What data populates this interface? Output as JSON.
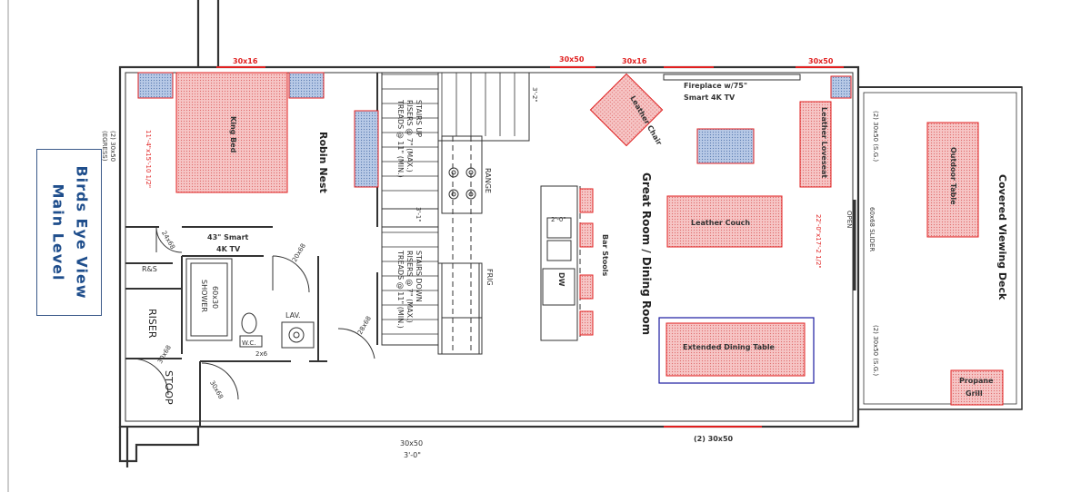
{
  "title": {
    "line1": "Birds Eye View",
    "line2": "Main Level"
  },
  "colors": {
    "wall": "#333333",
    "furniture_fill": "#f6c5c5",
    "furniture_stroke": "#e02020",
    "blue_fill": "#b7c9e6",
    "blue_stroke": "#222222",
    "dim": "#e02020",
    "title": "#1f4e8c"
  },
  "rooms": {
    "robin_nest": "Robin Nest",
    "great_room": "Great Room / Dining Room",
    "deck": "Covered Viewing Deck",
    "riser": "RISER",
    "stoop": "STOOP",
    "robin_nest_dim": "11'-4\"x15'-10 1/2\"",
    "great_room_dim": "22'-0\"x17'-2 1/2\""
  },
  "furniture": {
    "king_bed": "King Bed",
    "tv_43_line1": "43\" Smart",
    "tv_43_line2": "4K TV",
    "shower_line1": "60x30",
    "shower_line2": "SHOWER",
    "rs": "R&S",
    "wc": "W.C.",
    "lav": "LAV.",
    "leather_chair": "Leather Chair",
    "fireplace_line1": "Fireplace w/75\"",
    "fireplace_line2": "Smart 4K TV",
    "leather_loveseat": "Leather Loveseat",
    "leather_couch": "Leather Couch",
    "dining_table": "Extended Dining Table",
    "outdoor_table": "Outdoor Table",
    "propane_line1": "Propane",
    "propane_line2": "Grill",
    "bar_stools": "Bar Stools",
    "range": "RANGE",
    "frig": "FRIG",
    "dw": "DW"
  },
  "stairs": {
    "up_line1": "STAIRS UP",
    "up_line2": "RISERS @ 7\" (MAX.)",
    "up_line3": "TREADS @ 11\" (MIN.)",
    "down_line1": "STAIRS DOWN",
    "down_line2": "RISERS @ 7\" (MAX.)",
    "down_line3": "TREADS @ 11\" (MIN.)",
    "landing_dim": "3'-1\"",
    "top_dim": "3'-2\""
  },
  "windows": {
    "top_bedroom": "30x16",
    "top_30x50_a": "30x50",
    "top_30x16_b": "30x16",
    "top_30x50_b": "30x50",
    "egress_line1": "(2) 30x50",
    "egress_line2": "(EGRESS)",
    "bottom_30x50": "30x50",
    "bottom_dim": "3'-0\"",
    "bottom_right": "(2) 30x50",
    "right_upper": "(2) 30x50 (S.G.)",
    "right_lower": "(2) 30x50 (S.G.)",
    "slider": "60x68 SLIDER",
    "open": "OPEN"
  },
  "doors": {
    "d1": "24x68",
    "d2": "20x68",
    "d3": "28x68",
    "d4": "30x68",
    "d5": "30x68",
    "wc_dim": "2x6",
    "counter_dim": "2'-0\""
  }
}
